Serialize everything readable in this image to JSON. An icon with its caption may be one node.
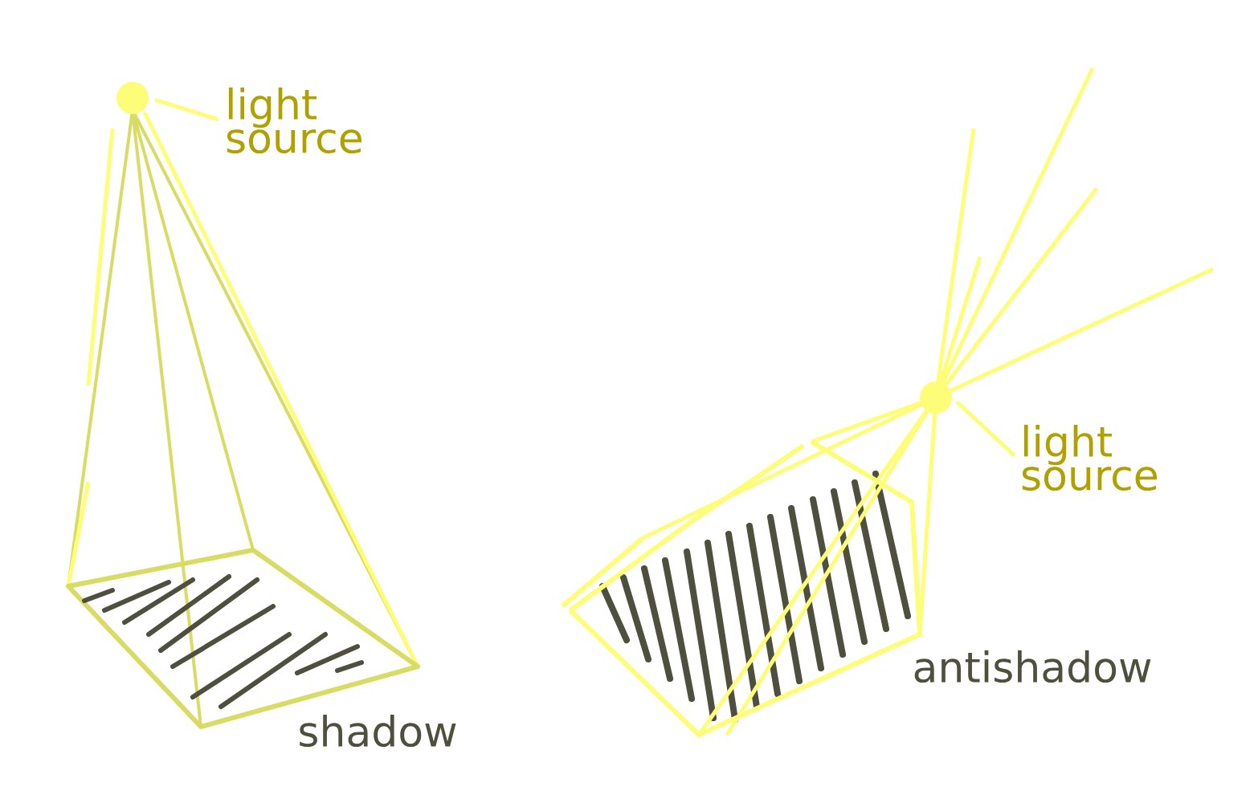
{
  "diagram": {
    "nodes": [
      {
        "text": [],
        "shape": "circle"
      },
      {
        "text": [
          "light source"
        ]
      },
      {
        "text": [],
        "shape": "circle"
      },
      {
        "text": [
          "light source"
        ]
      }
    ],
    "edges": [
      {
        "from": 1,
        "to": 0,
        "arrow": "none"
      },
      {
        "from": 3,
        "to": 2,
        "arrow": "none"
      }
    ],
    "labels": [
      "shadow",
      "antishadow"
    ]
  }
}
